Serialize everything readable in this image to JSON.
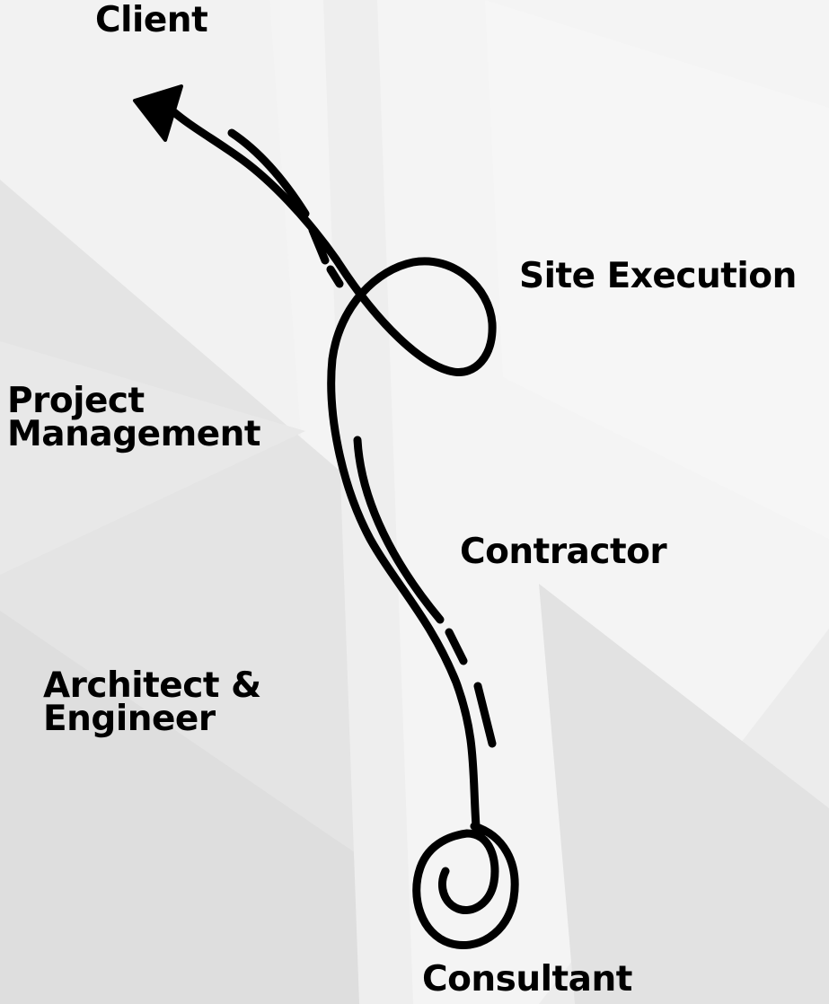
{
  "labels": {
    "client": "Client",
    "site_execution": "Site Execution",
    "project_management_line1": "Project",
    "project_management_line2": "Management",
    "contractor": "Contractor",
    "architect_engineer_line1": "Architect &",
    "architect_engineer_line2": "Engineer",
    "consultant": "Consultant"
  },
  "colors": {
    "background": "#ececec",
    "stroke": "#000000",
    "text": "#000000"
  }
}
